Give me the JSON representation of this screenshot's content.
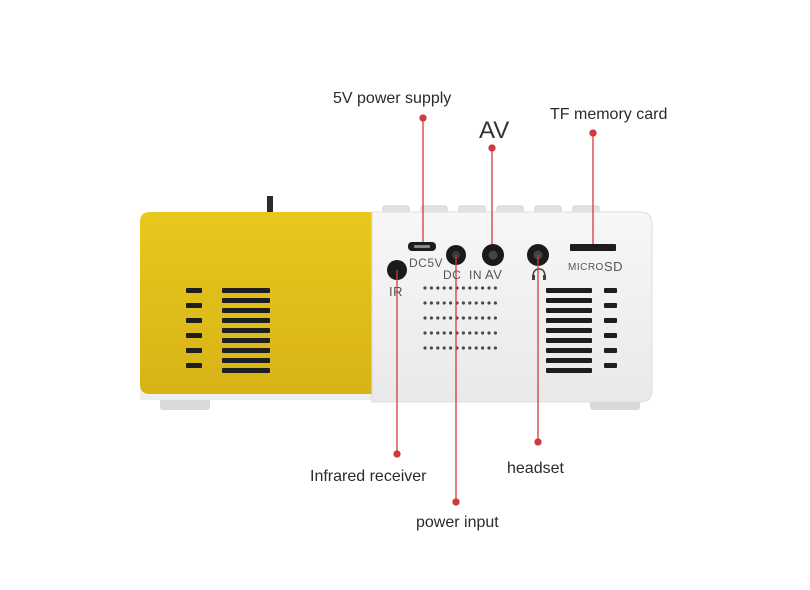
{
  "callouts": {
    "power_5v": "5V power supply",
    "av": "AV",
    "tf_card": "TF memory card",
    "infrared": "Infrared receiver",
    "headset": "headset",
    "power_input": "power input"
  },
  "port_labels": {
    "dc5v": "DC5V",
    "dc_in": "DC  IN",
    "av": "AV",
    "ir": "IR",
    "micro": "MICRO",
    "sd": "SD"
  },
  "colors": {
    "yellow": "#e4c21c",
    "body_white": "#f4f4f4",
    "callout_red": "#d23a3a"
  }
}
